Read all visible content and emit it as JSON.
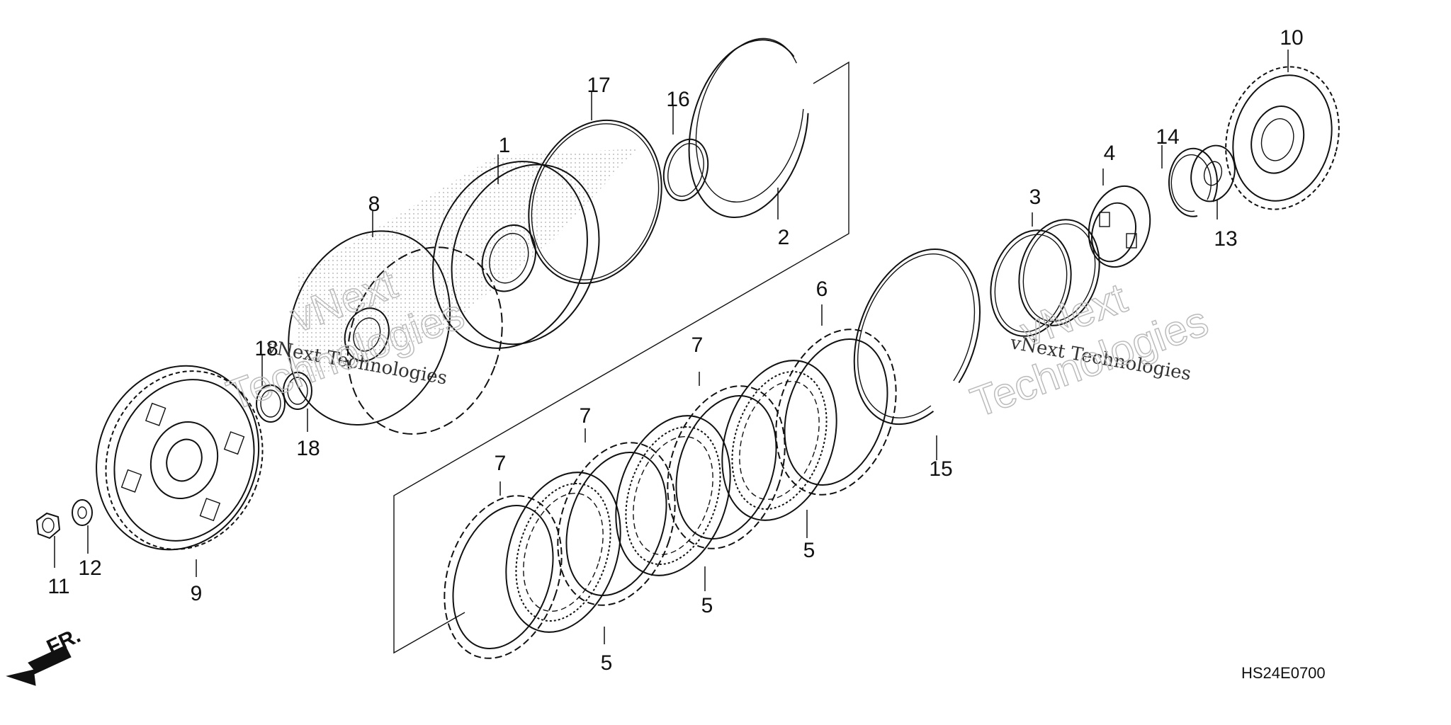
{
  "diagram_code": "HS24E0700",
  "direction_label": "FR.",
  "watermark": {
    "small": "vNext Technologies",
    "big_line1": "vNext",
    "big_line2": "Technologies"
  },
  "callouts": {
    "p1": "1",
    "p2": "2",
    "p3": "3",
    "p4": "4",
    "p5a": "5",
    "p5b": "5",
    "p5c": "5",
    "p6": "6",
    "p7a": "7",
    "p7b": "7",
    "p7c": "7",
    "p8": "8",
    "p9": "9",
    "p10": "10",
    "p11": "11",
    "p12": "12",
    "p13": "13",
    "p14": "14",
    "p15": "15",
    "p16": "16",
    "p17": "17",
    "p18a": "18",
    "p18b": "18"
  }
}
